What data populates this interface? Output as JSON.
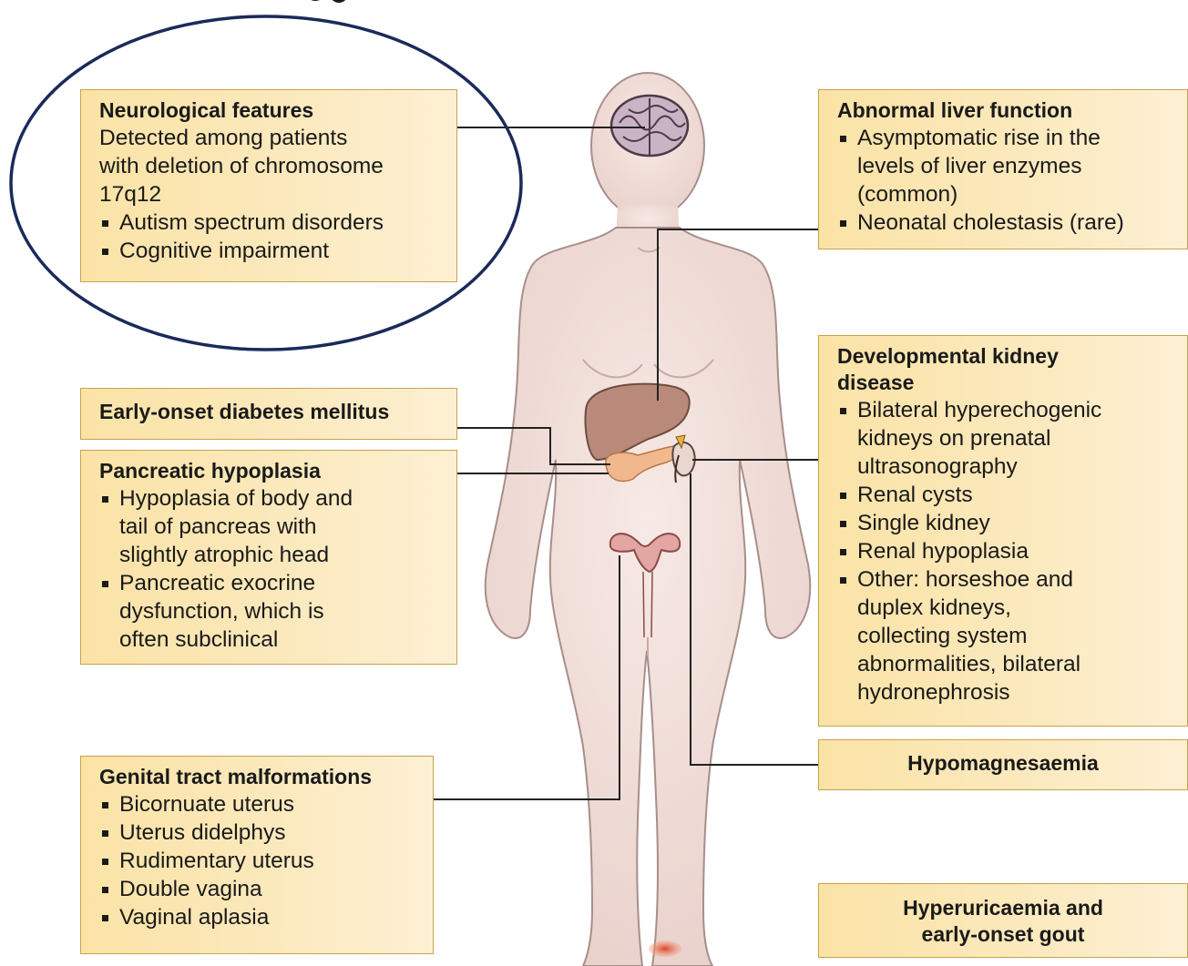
{
  "panels": {
    "neuro": {
      "title": "Neurological features",
      "lines": [
        "Detected among patients",
        "with deletion of chromosome",
        "17q12"
      ],
      "bullets": [
        "Autism spectrum disorders",
        "Cognitive impairment"
      ]
    },
    "liver": {
      "title": "Abnormal liver function",
      "bullets": [
        "Asymptomatic rise in the\nlevels of liver enzymes\n(common)",
        "Neonatal cholestasis (rare)"
      ]
    },
    "diabetes": {
      "title": "Early-onset diabetes mellitus"
    },
    "pancreas": {
      "title": "Pancreatic hypoplasia",
      "bullets": [
        "Hypoplasia of body and\ntail of pancreas with\nslightly atrophic head",
        "Pancreatic exocrine\ndysfunction, which is\noften subclinical"
      ]
    },
    "kidney": {
      "title": "Developmental kidney\ndisease",
      "bullets": [
        "Bilateral hyperechogenic\nkidneys on prenatal\nultrasonography",
        "Renal cysts",
        "Single kidney",
        "Renal hypoplasia",
        "Other: horseshoe and\nduplex kidneys,\ncollecting system\nabnormalities, bilateral\nhydronephrosis"
      ]
    },
    "genital": {
      "title": "Genital tract malformations",
      "bullets": [
        "Bicornuate uterus",
        "Uterus didelphys",
        "Rudimentary uterus",
        "Double vagina",
        "Vaginal aplasia"
      ]
    },
    "magnesium": {
      "title": "Hypomagnesaemia"
    },
    "uric": {
      "title": "Hyperuricaemia and\nearly-onset gout"
    }
  },
  "colors": {
    "panel_fill": "#fbe6b0",
    "panel_border": "#c9a24b",
    "skin": "#f1ddd8",
    "skin_outline": "#a88e8a",
    "liver": "#b98a7a",
    "pancreas": "#f0b88c",
    "uterus": "#e4a6a2",
    "brain": "#c9b3c4",
    "highlight_ellipse": "#1b2a5a",
    "connector": "#222222",
    "gout_spot": "#e0573a"
  }
}
